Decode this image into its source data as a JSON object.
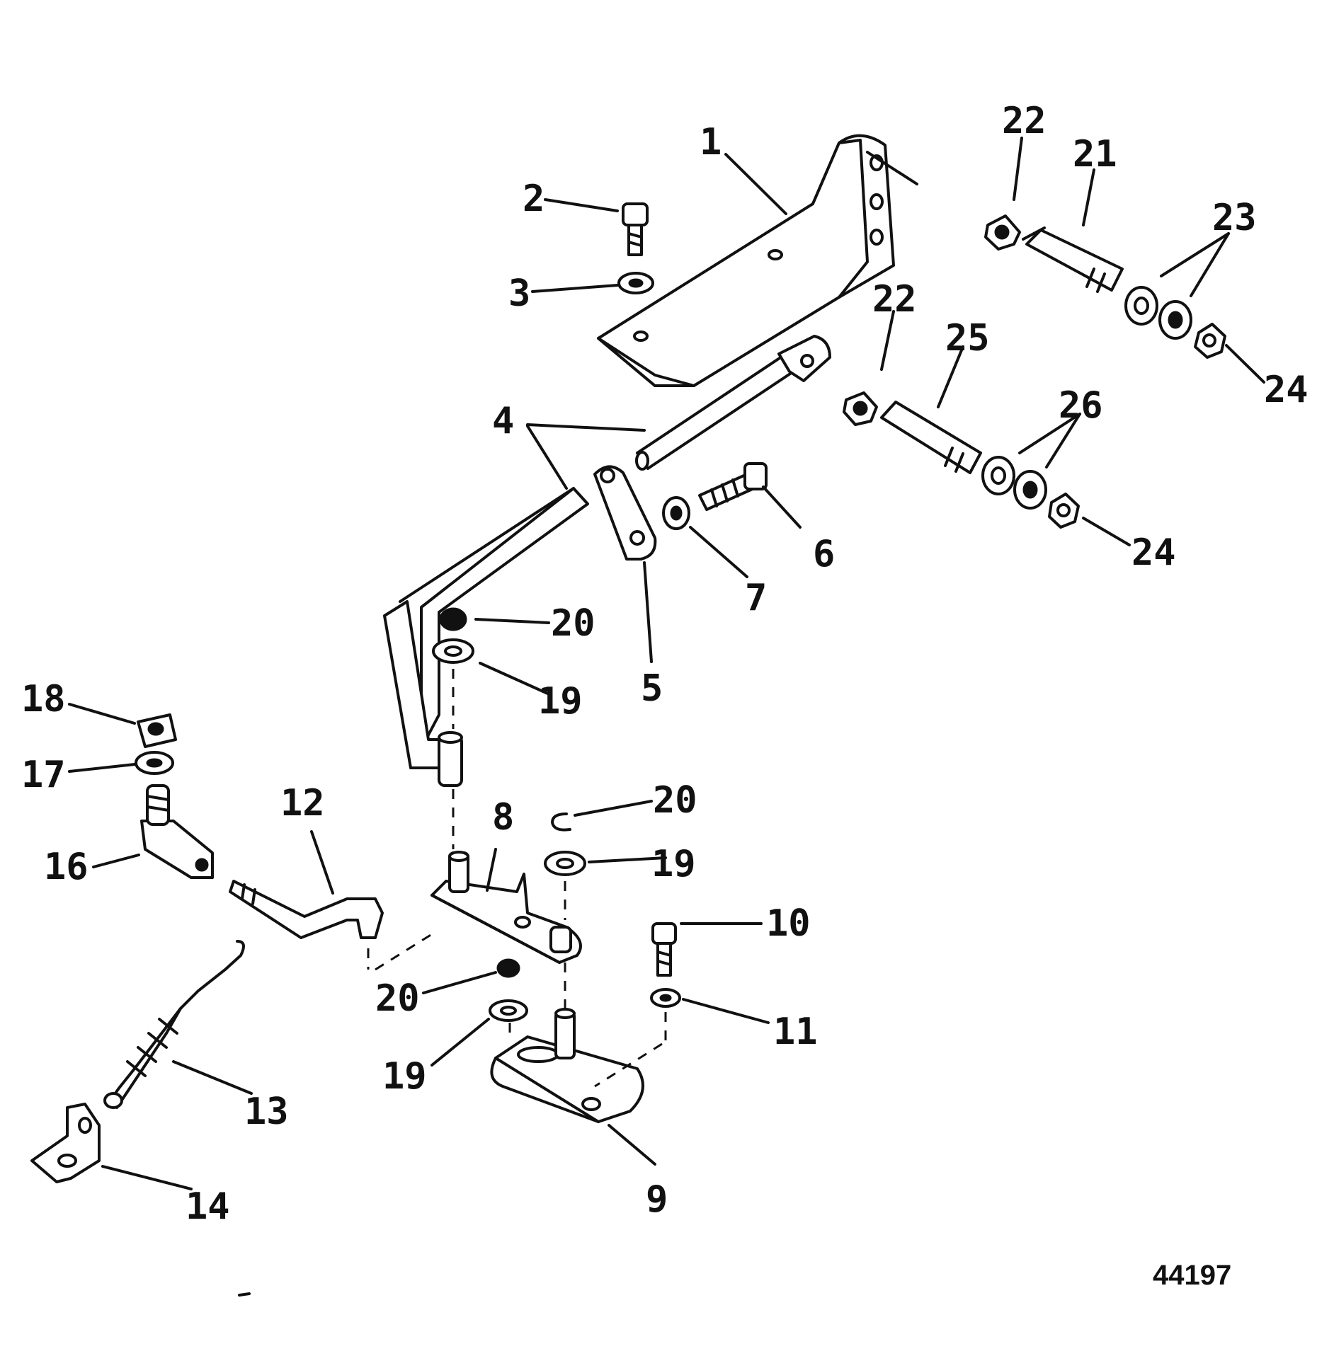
{
  "diagram": {
    "reference_number": "44197",
    "callouts": [
      {
        "key": "c1",
        "label": "1"
      },
      {
        "key": "c2",
        "label": "2"
      },
      {
        "key": "c3",
        "label": "3"
      },
      {
        "key": "c4",
        "label": "4"
      },
      {
        "key": "c5",
        "label": "5"
      },
      {
        "key": "c6",
        "label": "6"
      },
      {
        "key": "c7",
        "label": "7"
      },
      {
        "key": "c8",
        "label": "8"
      },
      {
        "key": "c9",
        "label": "9"
      },
      {
        "key": "c10",
        "label": "10"
      },
      {
        "key": "c11",
        "label": "11"
      },
      {
        "key": "c12",
        "label": "12"
      },
      {
        "key": "c13",
        "label": "13"
      },
      {
        "key": "c14",
        "label": "14"
      },
      {
        "key": "c16",
        "label": "16"
      },
      {
        "key": "c17",
        "label": "17"
      },
      {
        "key": "c18",
        "label": "18"
      },
      {
        "key": "c19a",
        "label": "19"
      },
      {
        "key": "c19b",
        "label": "19"
      },
      {
        "key": "c19c",
        "label": "19"
      },
      {
        "key": "c20a",
        "label": "20"
      },
      {
        "key": "c20b",
        "label": "20"
      },
      {
        "key": "c20c",
        "label": "20"
      },
      {
        "key": "c21",
        "label": "21"
      },
      {
        "key": "c22a",
        "label": "22"
      },
      {
        "key": "c22b",
        "label": "22"
      },
      {
        "key": "c23",
        "label": "23"
      },
      {
        "key": "c24a",
        "label": "24"
      },
      {
        "key": "c24b",
        "label": "24"
      },
      {
        "key": "c25",
        "label": "25"
      },
      {
        "key": "c26",
        "label": "26"
      }
    ]
  }
}
